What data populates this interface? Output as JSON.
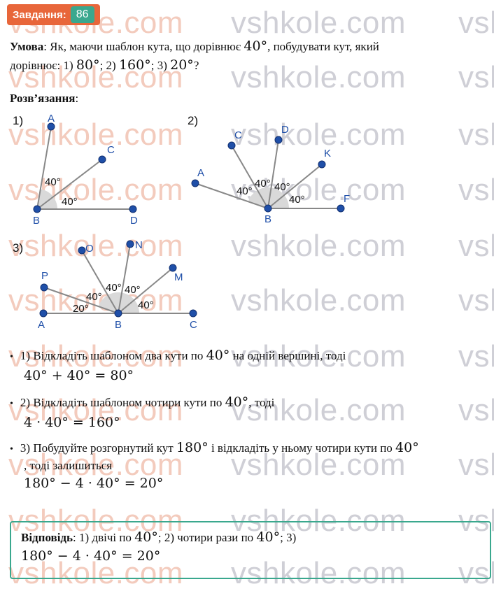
{
  "watermark": "vshkole.com",
  "task": {
    "label": "Завдання:",
    "number": "86"
  },
  "condition": {
    "label": "Умова",
    "line1_a": ": Як, маючи шаблон кута, що дорівнює ",
    "angle_40": "40°",
    "line1_b": ", побудувати кут, який",
    "line2_a": "дорівнює: 1) ",
    "angle_80": "80°",
    "line2_b": "; 2) ",
    "angle_160": "160°",
    "line2_c": "; 3) ",
    "angle_20": "20°",
    "line2_d": "?"
  },
  "solution_label": "Розв’язання",
  "fig1": {
    "num": "1)",
    "A": "A",
    "C": "C",
    "B": "B",
    "D": "D",
    "a1": "40°",
    "a2": "40°"
  },
  "fig2": {
    "num": "2)",
    "A": "A",
    "C": "C",
    "D": "D",
    "K": "K",
    "F": "F",
    "B": "B",
    "a1": "40°",
    "a2": "40°",
    "a3": "40°",
    "a4": "40°"
  },
  "fig3": {
    "num": "3)",
    "O": "O",
    "N": "N",
    "M": "M",
    "P": "P",
    "A": "A",
    "B": "B",
    "C": "C",
    "a1": "40°",
    "a2": "40°",
    "a3": "40°",
    "a4": "40°",
    "a5": "20°"
  },
  "steps": [
    {
      "text_a": "1) Відкладіть шаблоном два кути по ",
      "math_a": "40°",
      "text_b": " на одній вершині, тоді",
      "formula": "40° + 40° = 80°"
    },
    {
      "text_a": "2) Відкладіть шаблоном чотири кути по ",
      "math_a": "40°",
      "text_b": ", тоді",
      "formula": "4 · 40° = 160°"
    },
    {
      "text_a": "3) Побудуйте розгорнутий кут ",
      "math_a": "180°",
      "text_b": " і відкладіть у ньому чотири кути по ",
      "math_b": "40°",
      "text_c": ", тоді залишиться",
      "formula": "180° − 4 · 40° = 20°"
    }
  ],
  "answer": {
    "label": "Відповідь",
    "text_a": ": 1) двічі по ",
    "m1": "40°",
    "text_b": "; 2) чотири рази по ",
    "m2": "40°",
    "text_c": "; 3)",
    "formula": "180° − 4 · 40° = 20°"
  },
  "colors": {
    "badge_bg": "#e8663a",
    "number_bg": "#3aa88e",
    "point": "#1f4fa8",
    "line": "#888888",
    "frame": "#3aa88e"
  }
}
